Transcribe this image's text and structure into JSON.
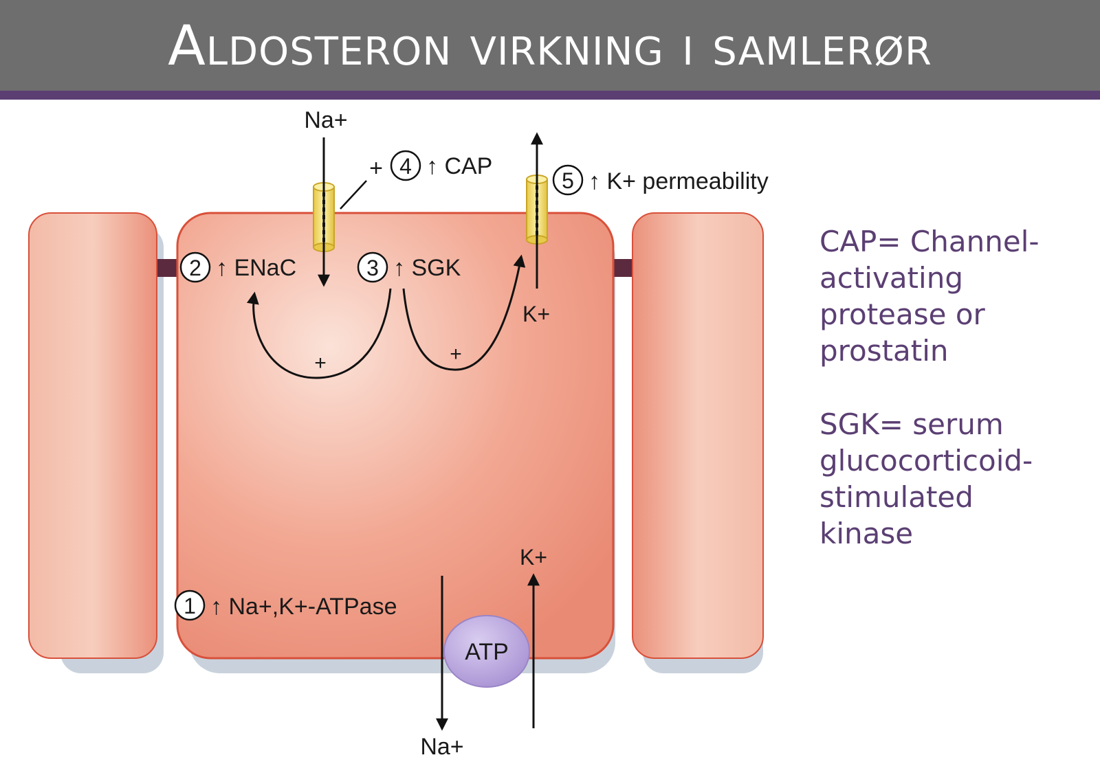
{
  "title": "Aldosteron virkning i samlerør",
  "diagram": {
    "top_na": "Na+",
    "cap_plus": "+",
    "step4": {
      "num": "4",
      "label": "↑ CAP"
    },
    "step5": {
      "num": "5",
      "label": "↑ K+ permeability"
    },
    "step2": {
      "num": "2",
      "label": "↑ ENaC"
    },
    "step3": {
      "num": "3",
      "label": "↑ SGK"
    },
    "k_apical": "K+",
    "plus_left": "+",
    "plus_right": "+",
    "k_basal": "K+",
    "step1": {
      "num": "1",
      "label": "↑ Na+,K+-ATPase"
    },
    "atp": "ATP",
    "bottom_na": "Na+"
  },
  "definitions": {
    "cap_lines": [
      "CAP= Channel-",
      "activating",
      "protease or",
      "prostatin"
    ],
    "sgk_lines": [
      "SGK= serum",
      "glucocorticoid-",
      "stimulated",
      "kinase"
    ]
  },
  "colors": {
    "header": "#6e6e6e",
    "accent": "#5b3f73",
    "cell": "#ee9a86",
    "cell_edge": "#d8503a",
    "channel": "#f2dd6b",
    "atp": "#b49ed8"
  }
}
